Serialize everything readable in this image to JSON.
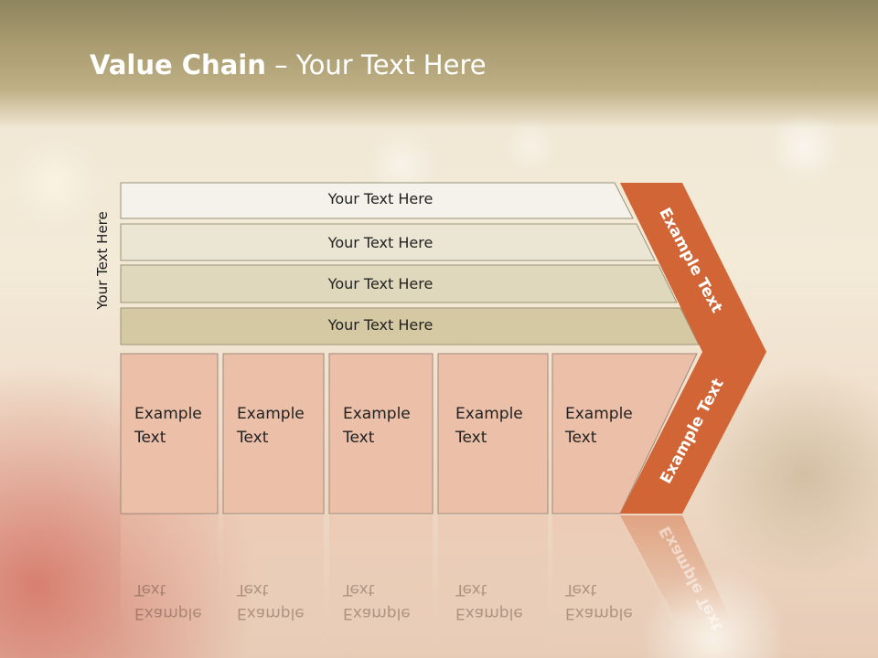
{
  "slide": {
    "title_bold": "Value Chain",
    "title_rest": " – Your Text Here",
    "side_label": "Your Text Here"
  },
  "bars": [
    {
      "label": "Your Text Here"
    },
    {
      "label": "Your Text Here"
    },
    {
      "label": "Your Text Here"
    },
    {
      "label": "Your Text Here"
    }
  ],
  "boxes": [
    {
      "line1": "Example",
      "line2": "Text"
    },
    {
      "line1": "Example",
      "line2": "Text"
    },
    {
      "line1": "Example",
      "line2": "Text"
    },
    {
      "line1": "Example",
      "line2": "Text"
    },
    {
      "line1": "Example",
      "line2": "Text"
    }
  ],
  "arrow": {
    "upper_label": "Example Text",
    "lower_label": "Example Text"
  },
  "colors": {
    "arrow": "#d26535",
    "box_fill": "#ebbfa8",
    "bar_fills": [
      "#f4f2ea",
      "#ebe6d3",
      "#e0d8bc",
      "#d5c9a4"
    ]
  }
}
